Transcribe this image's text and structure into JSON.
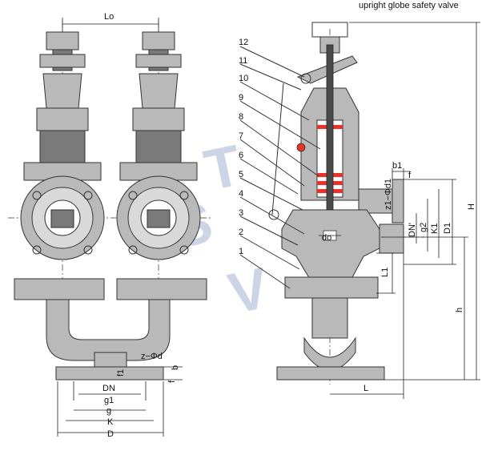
{
  "header_fragment": "upright globe safety valve",
  "dimension_labels": {
    "Lo": "Lo",
    "DN": "DN",
    "g1": "g1",
    "g": "g",
    "K": "K",
    "D": "D",
    "f1": "f1",
    "f": "f",
    "b": "b",
    "z_phi_d": "z−Φd",
    "do": "do",
    "L1": "L1",
    "L": "L",
    "h": "h",
    "H": "H",
    "b1": "b1",
    "f_right": "f",
    "z1_phi_d1": "z1−Φd1",
    "DN_prime": "DN'",
    "g2": "g2",
    "K1": "K1",
    "D1": "D1"
  },
  "part_numbers": [
    "12",
    "11",
    "10",
    "9",
    "8",
    "7",
    "6",
    "5",
    "4",
    "3",
    "2",
    "1"
  ],
  "colors": {
    "body_fill": "#b9b9b9",
    "spring": "#e8322a",
    "outline": "#333333",
    "watermark": "#8ea4c8"
  },
  "watermark_letters": [
    "T",
    "S",
    "V"
  ]
}
